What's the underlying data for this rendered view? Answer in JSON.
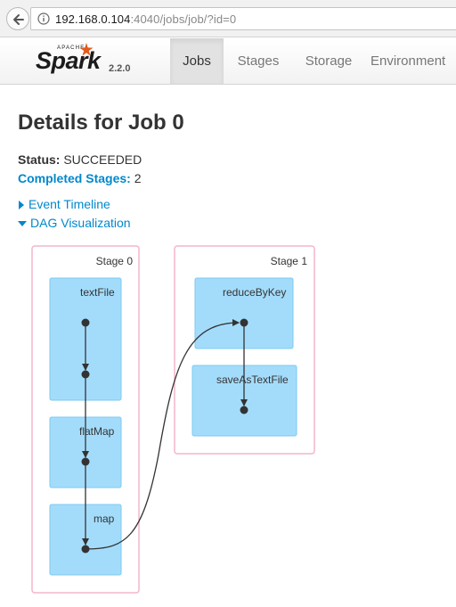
{
  "browser": {
    "url_host": "192.168.0.104",
    "url_rest": ":4040/jobs/job/?id=0"
  },
  "brand": {
    "apache": "APACHE",
    "name": "Spark",
    "version": "2.2.0"
  },
  "nav": {
    "tabs": [
      {
        "label": "Jobs",
        "active": true
      },
      {
        "label": "Stages",
        "active": false
      },
      {
        "label": "Storage",
        "active": false
      },
      {
        "label": "Environment",
        "active": false
      }
    ]
  },
  "page": {
    "title": "Details for Job 0",
    "status_label": "Status:",
    "status_value": "SUCCEEDED",
    "completed_label": "Completed Stages:",
    "completed_value": "2",
    "event_timeline": "Event Timeline",
    "dag_visualization": "DAG Visualization"
  },
  "dag": {
    "stages": [
      {
        "label": "Stage 0",
        "operations": [
          "textFile",
          "flatMap",
          "map"
        ]
      },
      {
        "label": "Stage 1",
        "operations": [
          "reduceByKey",
          "saveAsTextFile"
        ]
      }
    ]
  },
  "colors": {
    "accent": "#0088cc",
    "stage_border": "#f4b6c8",
    "op_fill": "#a3dcfb",
    "op_border": "#7ccaf2"
  }
}
